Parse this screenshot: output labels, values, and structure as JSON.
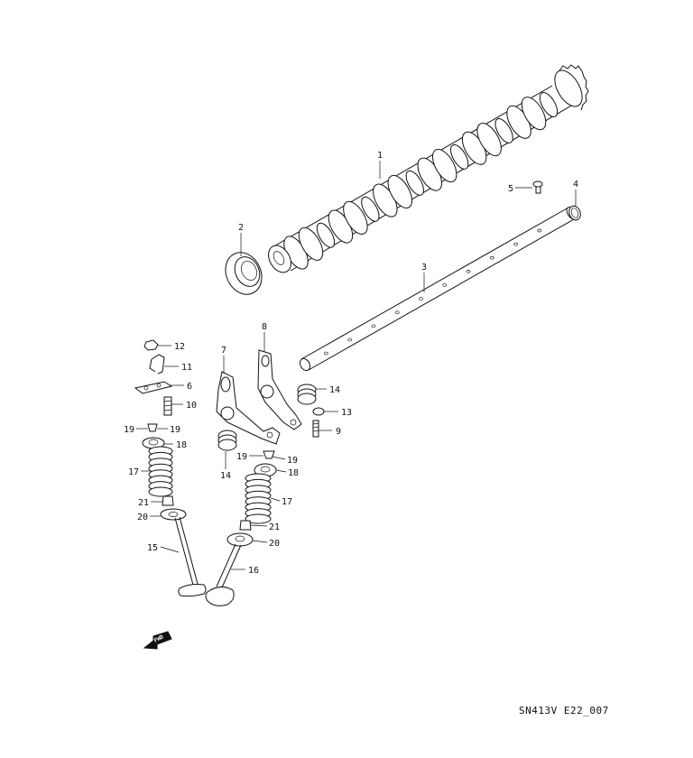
{
  "diagram": {
    "footer_code": "SN413V E22_007",
    "fwd_label": "FWD",
    "callouts": {
      "c1": "1",
      "c2": "2",
      "c3": "3",
      "c4": "4",
      "c5": "5",
      "c6": "6",
      "c7": "7",
      "c8": "8",
      "c9": "9",
      "c10": "10",
      "c11": "11",
      "c12": "12",
      "c13": "13",
      "c14a": "14",
      "c14b": "14",
      "c15": "15",
      "c16": "16",
      "c17a": "17",
      "c17b": "17",
      "c18a": "18",
      "c18b": "18",
      "c19a": "19",
      "c19b": "19",
      "c19c": "19",
      "c19d": "19",
      "c20a": "20",
      "c20b": "20",
      "c21a": "21",
      "c21b": "21"
    }
  }
}
